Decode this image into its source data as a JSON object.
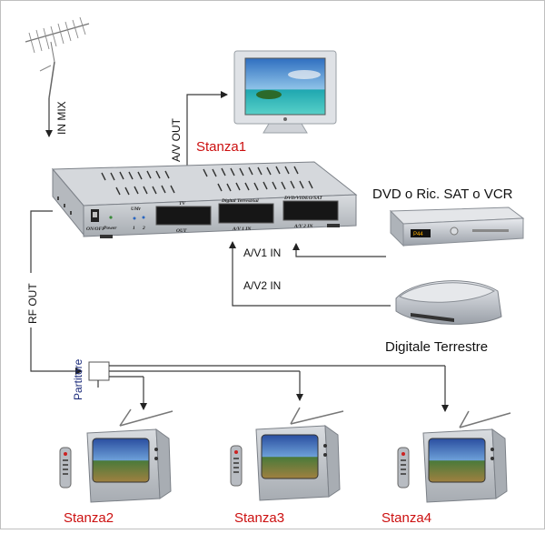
{
  "labels": {
    "in_mix": "IN MIX",
    "av_out": "A/V OUT",
    "rf_out": "RF OUT",
    "av1_in": "A/V1 IN",
    "av2_in": "A/V2 IN",
    "partitore": "Partitore",
    "dvd_source": "DVD o Ric. SAT o VCR",
    "digital_source": "Digitale Terrestre"
  },
  "rooms": {
    "stanza1": "Stanza1",
    "stanza2": "Stanza2",
    "stanza3": "Stanza3",
    "stanza4": "Stanza4"
  },
  "device_panel": {
    "on_off": "ON/OFF",
    "power": "Power",
    "umr": "UMr",
    "ch1": "1",
    "ch2": "2",
    "tv": "TV",
    "out": "OUT",
    "digital_terrestrial": "Digital Terrestrial",
    "av1_in": "A/V 1 IN",
    "dvd_video_sat": "DVD/VIDEO/SAT",
    "av2_in": "A/V 2 IN"
  },
  "colors": {
    "room_label": "#cc1010",
    "partitore_label": "#1a2a7a",
    "wire": "#3a3a3a",
    "device_body": "#c8ccd2"
  }
}
